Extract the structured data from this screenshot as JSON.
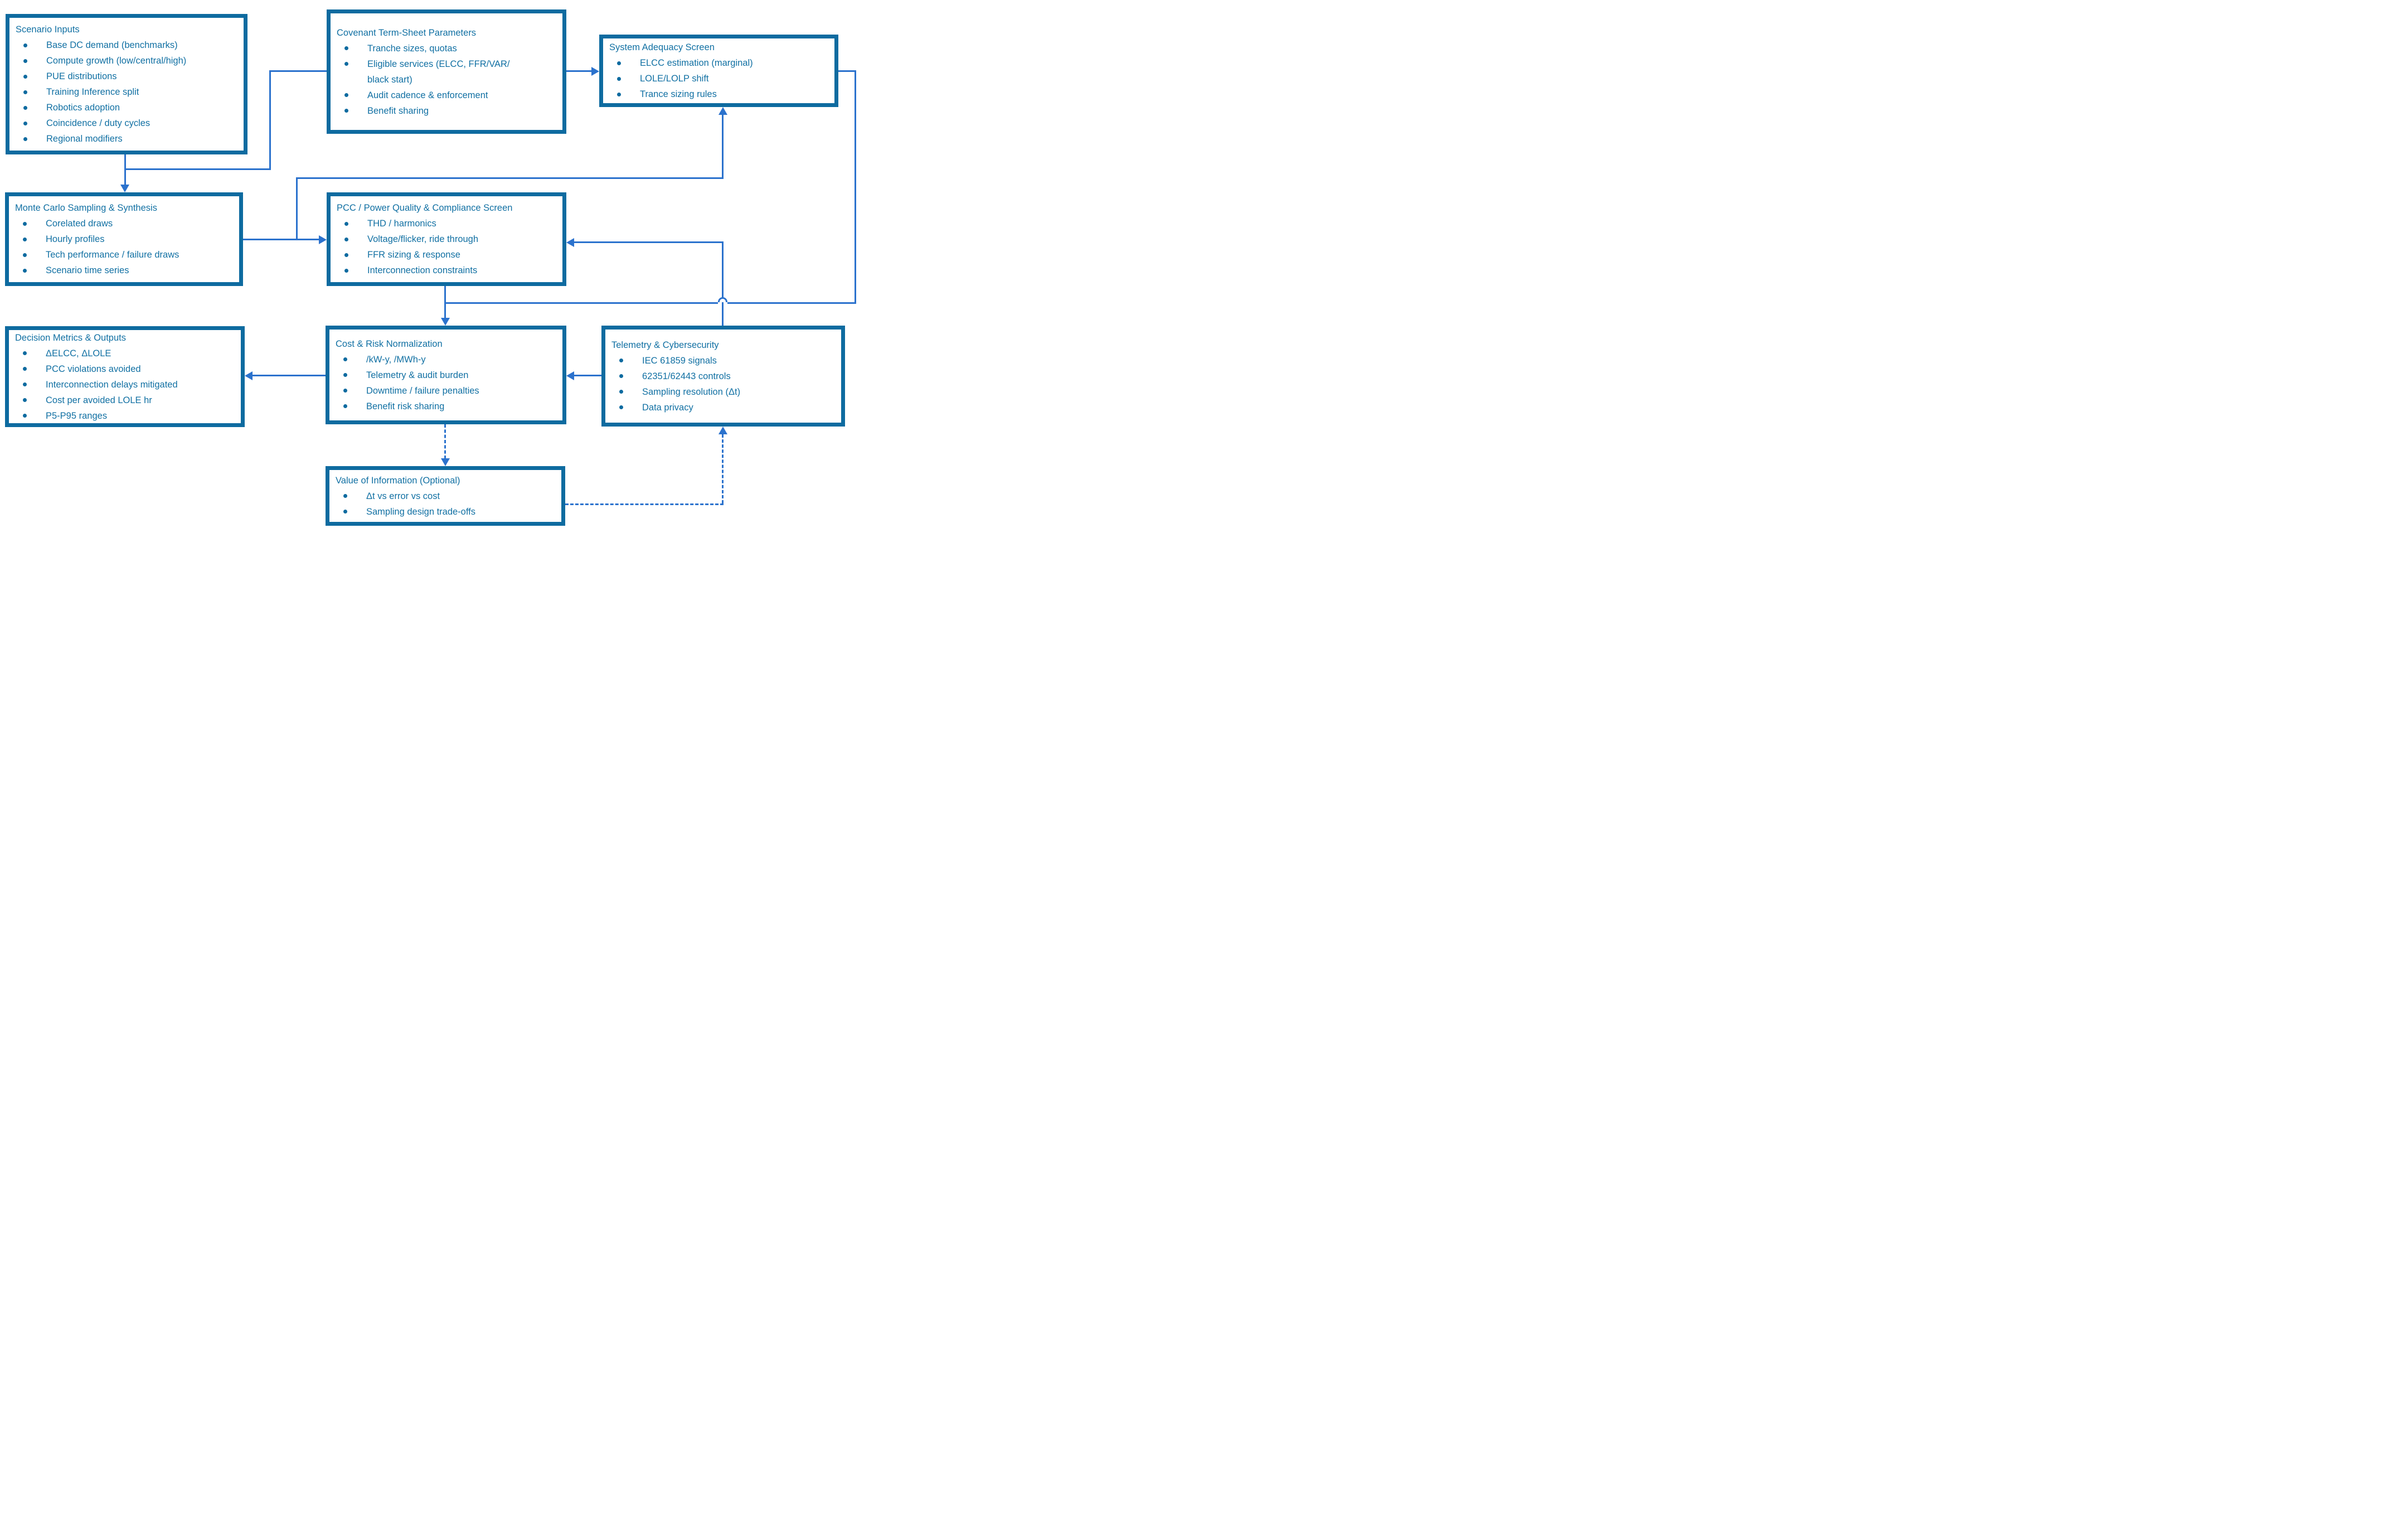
{
  "colors": {
    "box_border": "#0E6BA0",
    "text": "#1170A3",
    "connector": "#2B72CD"
  },
  "boxes": [
    {
      "id": "scenario-inputs",
      "title": "Scenario Inputs",
      "bullets": [
        "Base DC demand (benchmarks)",
        "Compute growth (low/central/high)",
        "PUE distributions",
        "Training Inference split",
        "Robotics adoption",
        "Coincidence / duty cycles",
        "Regional modifiers"
      ]
    },
    {
      "id": "covenant-term-sheet-parameters",
      "title": "Covenant Term-Sheet Parameters",
      "bullets": [
        "Tranche sizes, quotas",
        "Eligible services (ELCC, FFR/VAR/\nblack start)",
        "Audit cadence & enforcement",
        "Benefit sharing"
      ]
    },
    {
      "id": "system-adequacy-screen",
      "title": "System Adequacy Screen",
      "bullets": [
        "ELCC estimation (marginal)",
        "LOLE/LOLP shift",
        "Trance sizing rules"
      ]
    },
    {
      "id": "monte-carlo-sampling-synthesis",
      "title": "Monte Carlo Sampling & Synthesis",
      "bullets": [
        "Corelated draws",
        "Hourly profiles",
        "Tech performance / failure draws",
        "Scenario time series"
      ]
    },
    {
      "id": "pcc-power-quality-compliance-screen",
      "title": "PCC / Power Quality & Compliance Screen",
      "bullets": [
        "THD / harmonics",
        "Voltage/flicker, ride through",
        "FFR sizing & response",
        "Interconnection constraints"
      ]
    },
    {
      "id": "decision-metrics-outputs",
      "title": "Decision Metrics & Outputs",
      "bullets": [
        "ΔELCC, ΔLOLE",
        "PCC violations avoided",
        "Interconnection delays mitigated",
        "Cost per avoided LOLE hr",
        "P5-P95 ranges"
      ]
    },
    {
      "id": "cost-risk-normalization",
      "title": "Cost & Risk Normalization",
      "bullets": [
        "/kW-y, /MWh-y",
        "Telemetry & audit burden",
        "Downtime / failure penalties",
        "Benefit risk sharing"
      ]
    },
    {
      "id": "telemetry-cybersecurity",
      "title": "Telemetry & Cybersecurity",
      "bullets": [
        "IEC 61859 signals",
        "62351/62443 controls",
        "Sampling resolution (Δt)",
        "Data privacy"
      ]
    },
    {
      "id": "value-of-information",
      "title": "Value of Information (Optional)",
      "bullets": [
        "Δt vs error vs cost",
        "Sampling design trade-offs"
      ]
    }
  ],
  "connections": [
    {
      "from": "scenario-inputs",
      "to": "monte-carlo-sampling-synthesis",
      "style": "solid-arrow"
    },
    {
      "from": "scenario-inputs",
      "to": "covenant-term-sheet-parameters",
      "style": "solid"
    },
    {
      "from": "covenant-term-sheet-parameters",
      "to": "system-adequacy-screen",
      "style": "solid-arrow"
    },
    {
      "from": "monte-carlo-sampling-synthesis",
      "to": "pcc-power-quality-compliance-screen",
      "style": "solid-arrow"
    },
    {
      "from": "monte-carlo-sampling-synthesis",
      "to": "system-adequacy-screen",
      "style": "solid-arrow"
    },
    {
      "from": "telemetry-cybersecurity",
      "to": "pcc-power-quality-compliance-screen",
      "style": "solid-arrow"
    },
    {
      "from": "pcc-power-quality-compliance-screen",
      "to": "cost-risk-normalization",
      "style": "solid-arrow"
    },
    {
      "from": "system-adequacy-screen",
      "to": "cost-risk-normalization",
      "style": "solid-arrow"
    },
    {
      "from": "telemetry-cybersecurity",
      "to": "cost-risk-normalization",
      "style": "solid-arrow"
    },
    {
      "from": "cost-risk-normalization",
      "to": "decision-metrics-outputs",
      "style": "solid-arrow"
    },
    {
      "from": "cost-risk-normalization",
      "to": "value-of-information",
      "style": "dashed-arrow"
    },
    {
      "from": "value-of-information",
      "to": "telemetry-cybersecurity",
      "style": "dashed-arrow"
    }
  ]
}
